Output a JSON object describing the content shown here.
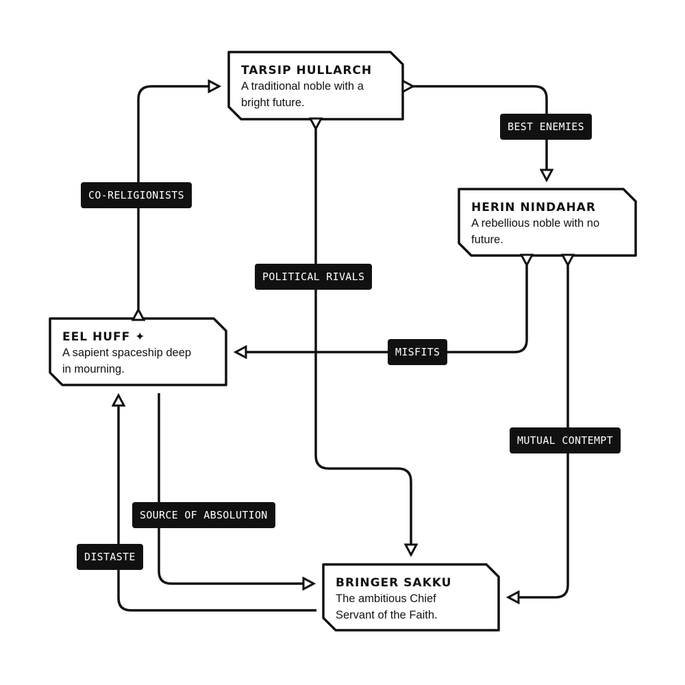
{
  "characters": [
    {
      "id": "tarsip",
      "name": "TARSIP HULLARCH",
      "desc_line1": "A traditional noble with a",
      "desc_line2": "bright future."
    },
    {
      "id": "herin",
      "name": "HERIN NINDAHAR",
      "desc_line1": "A rebellious noble with no",
      "desc_line2": "future."
    },
    {
      "id": "eel",
      "name": "EEL HUFF",
      "name_mark": "✦",
      "desc_line1": "A sapient spaceship deep",
      "desc_line2": "in mourning."
    },
    {
      "id": "bringer",
      "name": "BRINGER SAKKU",
      "desc_line1": "The ambitious Chief",
      "desc_line2": "Servant of the Faith."
    }
  ],
  "relationships": [
    {
      "id": "co",
      "label": "CO-RELIGIONISTS",
      "between": [
        "tarsip",
        "eel"
      ]
    },
    {
      "id": "best",
      "label": "BEST ENEMIES",
      "between": [
        "tarsip",
        "herin"
      ]
    },
    {
      "id": "political",
      "label": "POLITICAL RIVALS",
      "between": [
        "tarsip",
        "bringer"
      ]
    },
    {
      "id": "misfits",
      "label": "MISFITS",
      "between": [
        "herin",
        "eel"
      ]
    },
    {
      "id": "mutual",
      "label": "MUTUAL CONTEMPT",
      "between": [
        "herin",
        "bringer"
      ]
    },
    {
      "id": "source",
      "label": "SOURCE OF ABSOLUTION",
      "from": "eel",
      "to": "bringer"
    },
    {
      "id": "distaste",
      "label": "DISTASTE",
      "from": "bringer",
      "to": "eel"
    }
  ]
}
